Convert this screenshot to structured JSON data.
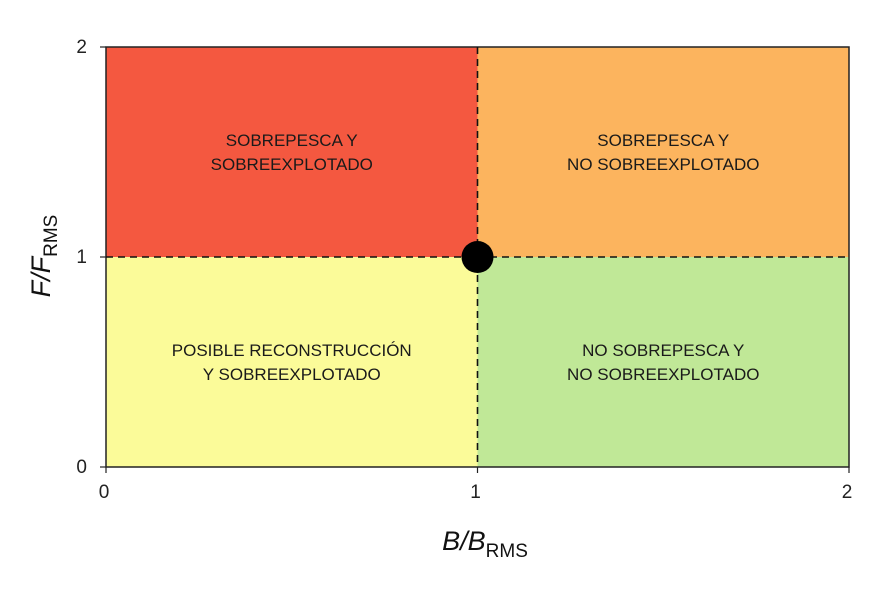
{
  "chart_data": {
    "type": "scatter",
    "xlim": [
      0,
      2
    ],
    "ylim": [
      0,
      2
    ],
    "xticks": [
      "0",
      "1",
      "2"
    ],
    "yticks": [
      "0",
      "1",
      "2"
    ],
    "x_title": {
      "main": "B/B",
      "sub": "RMS"
    },
    "y_title": {
      "main": "F/F",
      "sub": "RMS"
    },
    "reference_lines": {
      "x": 1,
      "y": 1,
      "style": "dashed"
    },
    "points": [
      {
        "x": 1,
        "y": 1
      }
    ],
    "quadrants": [
      {
        "id": "top-left",
        "x_range": [
          0,
          1
        ],
        "y_range": [
          1,
          2
        ],
        "color": "#f45840",
        "lines": [
          "SOBREPESCA Y",
          "SOBREEXPLOTADO"
        ]
      },
      {
        "id": "top-right",
        "x_range": [
          1,
          2
        ],
        "y_range": [
          1,
          2
        ],
        "color": "#fcb45e",
        "lines": [
          "SOBREPESCA Y",
          "NO SOBREEXPLOTADO"
        ]
      },
      {
        "id": "bottom-left",
        "x_range": [
          0,
          1
        ],
        "y_range": [
          0,
          1
        ],
        "color": "#fbfb99",
        "lines": [
          "POSIBLE RECONSTRUCCIÓN",
          "Y SOBREEXPLOTADO"
        ]
      },
      {
        "id": "bottom-right",
        "x_range": [
          1,
          2
        ],
        "y_range": [
          0,
          1
        ],
        "color": "#c0e897",
        "lines": [
          "NO SOBREPESCA Y",
          "NO SOBREEXPLOTADO"
        ]
      }
    ]
  }
}
